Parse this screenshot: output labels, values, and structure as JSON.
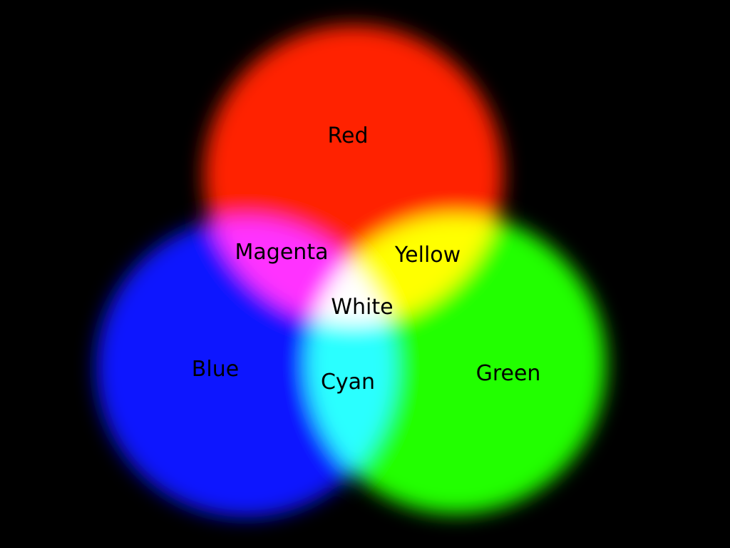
{
  "diagram": {
    "background": "#000000",
    "primaries": [
      {
        "name": "red",
        "color": "#ff0000"
      },
      {
        "name": "green",
        "color": "#00ff00"
      },
      {
        "name": "blue",
        "color": "#0000ff"
      }
    ],
    "labels": {
      "red": "Red",
      "magenta": "Magenta",
      "yellow": "Yellow",
      "white": "White",
      "blue": "Blue",
      "cyan": "Cyan",
      "green": "Green"
    },
    "label_color": "#000000"
  }
}
